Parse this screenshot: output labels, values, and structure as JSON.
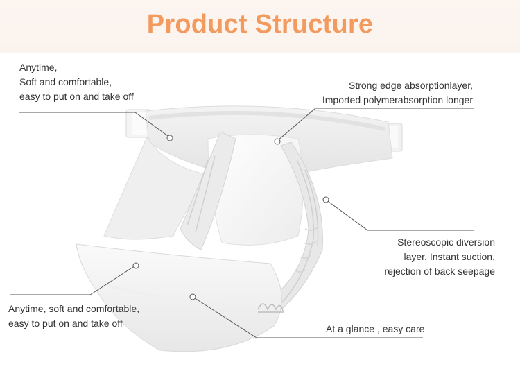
{
  "header": {
    "title": "Product Structure"
  },
  "callouts": {
    "top_left": [
      "Anytime,",
      "Soft and comfortable,",
      "easy to put on and take off"
    ],
    "top_right": [
      "Strong edge absorptionlayer,",
      "Imported polymerabsorption longer"
    ],
    "mid_right": [
      "Stereoscopic diversion",
      "layer. Instant suction,",
      "rejection of back seepage"
    ],
    "bottom_left": [
      "Anytime, soft and comfortable,",
      "easy to put on and take off"
    ],
    "bottom_right": [
      "At a glance , easy care"
    ]
  },
  "colors": {
    "title": "#f39a5f",
    "header_bg": "#fdf5f0",
    "leader_line": "#555555"
  }
}
